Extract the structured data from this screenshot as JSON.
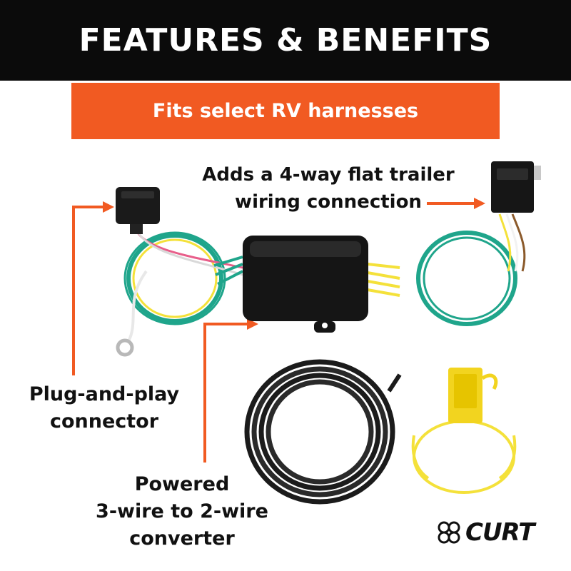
{
  "header": {
    "title": "FEATURES & BENEFITS"
  },
  "banner": {
    "text": "Fits select RV harnesses"
  },
  "callouts": {
    "flat_connection": {
      "line1": "Adds a 4-way flat trailer",
      "line2": "wiring connection"
    },
    "plug_and_play": {
      "line1": "Plug-and-play",
      "line2": "connector"
    },
    "converter": {
      "line1": "Powered",
      "line2": "3-wire to 2-wire",
      "line3": "converter"
    }
  },
  "brand": {
    "name": "CURT"
  },
  "colors": {
    "header_bg": "#0b0b0b",
    "banner_bg": "#f15a22",
    "arrow": "#f15a22",
    "wire_green": "#1fa58b",
    "wire_yellow": "#f4e13a",
    "module": "#151515"
  }
}
